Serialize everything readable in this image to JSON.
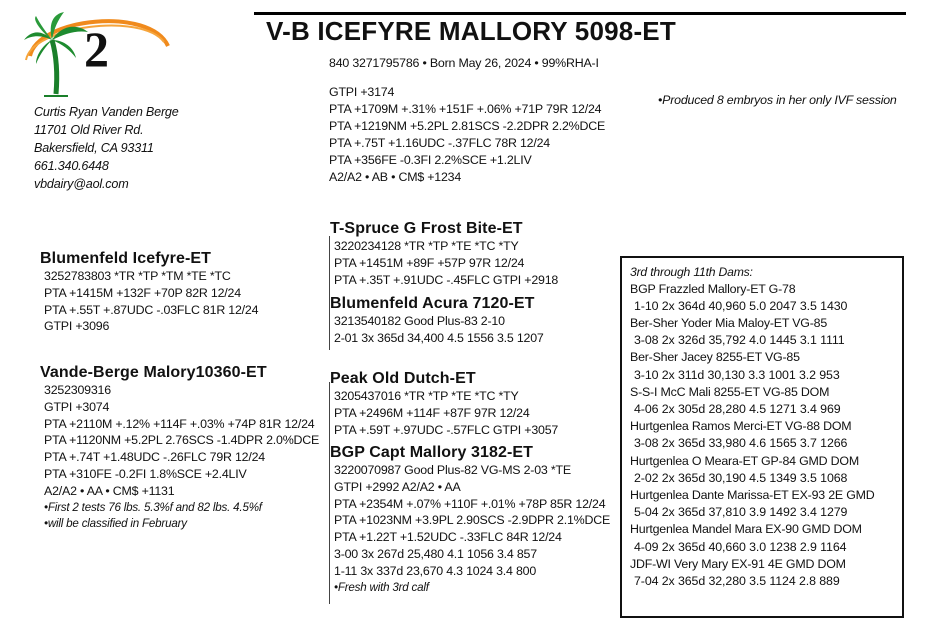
{
  "logo": {
    "number": "2"
  },
  "title": "V-B ICEFYRE MALLORY 5098-ET",
  "subtitle": "840 3271795786  •  Born May 26, 2024  •  99%RHA-I",
  "owner": {
    "name": "Curtis Ryan Vanden Berge",
    "address": "11701 Old River Rd.",
    "city": "Bakersfield, CA  93311",
    "phone": "661.340.6448",
    "email": "vbdairy@aol.com"
  },
  "main_info": [
    "GTPI +3174",
    "PTA +1709M +.31% +151F +.06% +71P 79R 12/24",
    "PTA +1219NM +5.2PL 2.81SCS -2.2DPR 2.2%DCE",
    "PTA +.75T +1.16UDC -.37FLC 78R 12/24",
    "PTA +356FE  -0.3FI  2.2%SCE +1.2LIV",
    "A2/A2  •  AB  •  CM$ +1234"
  ],
  "top_note": "•Produced 8 embryos in her only IVF session",
  "sire": {
    "name": "Blumenfeld Icefyre-ET",
    "lines": [
      "3252783803  *TR *TP *TM  *TE *TC",
      "PTA +1415M +132F +70P 82R 12/24",
      "PTA +.55T +.87UDC -.03FLC 81R 12/24",
      "GTPI +3096"
    ]
  },
  "dam": {
    "name": "Vande-Berge Malory10360-ET",
    "lines": [
      "3252309316",
      "GTPI +3074",
      "PTA +2110M +.12% +114F +.03% +74P 81R 12/24",
      "PTA +1120NM +5.2PL 2.76SCS -1.4DPR 2.0%DCE",
      "PTA +.74T +1.48UDC -.26FLC 79R 12/24",
      "PTA +310FE  -0.2FI  1.8%SCE  +2.4LIV",
      "A2/A2  •  AA  •  CM$ +1131"
    ],
    "notes": [
      "•First 2 tests 76 lbs. 5.3%f and 82 lbs. 4.5%f",
      "•will be classified in February"
    ]
  },
  "sire_sire": {
    "name": "T-Spruce G Frost Bite-ET",
    "lines": [
      "3220234128  *TR *TP *TE *TC *TY",
      "PTA +1451M +89F +57P 97R 12/24",
      "PTA +.35T +.91UDC -.45FLC GTPI +2918"
    ]
  },
  "sire_dam": {
    "name": "Blumenfeld Acura 7120-ET",
    "lines": [
      "3213540182   Good Plus-83  2-10",
      "2-01  3x  365d  34,400  4.5  1556  3.5  1207"
    ]
  },
  "dam_sire": {
    "name": "Peak Old Dutch-ET",
    "lines": [
      "3205437016  *TR *TP *TE *TC *TY",
      "PTA +2496M +114F +87F 97R 12/24",
      "PTA +.59T +.97UDC -.57FLC GTPI +3057"
    ]
  },
  "dam_dam": {
    "name": "BGP Capt Mallory 3182-ET",
    "lines": [
      "3220070987   Good Plus-82  VG-MS  2-03  *TE",
      "GTPI +2992  A2/A2  •  AA",
      "PTA +2354M +.07% +110F +.01% +78P 85R 12/24",
      "PTA +1023NM +3.9PL 2.90SCS -2.9DPR 2.1%DCE",
      "PTA +1.22T +1.52UDC -.33FLC 84R 12/24",
      "3-00  3x  267d  25,480  4.1  1056  3.4  857",
      "1-11  3x  337d  23,670  4.3  1024  3.4  800"
    ],
    "note": "•Fresh with 3rd calf"
  },
  "dams_box": {
    "title": "3rd through 11th Dams:",
    "entries": [
      {
        "name": "BGP Frazzled Mallory-ET G-78",
        "record": "1-10  2x  364d  40,960  5.0  2047  3.5  1430"
      },
      {
        "name": "Ber-Sher Yoder Mia Maloy-ET VG-85",
        "record": "3-08  2x  326d  35,792  4.0  1445  3.1  1111"
      },
      {
        "name": "Ber-Sher Jacey 8255-ET VG-85",
        "record": "3-10  2x  311d  30,130  3.3  1001  3.2  953"
      },
      {
        "name": "S-S-I McC Mali 8255-ET VG-85 DOM",
        "record": "4-06  2x  305d  28,280  4.5  1271  3.4  969"
      },
      {
        "name": "Hurtgenlea Ramos Merci-ET VG-88 DOM",
        "record": "3-08  2x  365d  33,980  4.6  1565  3.7  1266"
      },
      {
        "name": "Hurtgenlea O Meara-ET GP-84 GMD DOM",
        "record": "2-02  2x  365d  30,190  4.5  1349  3.5  1068"
      },
      {
        "name": "Hurtgenlea Dante Marissa-ET EX-93 2E GMD",
        "record": "5-04  2x  365d  37,810  3.9  1492  3.4  1279"
      },
      {
        "name": "Hurtgenlea Mandel Mara EX-90 GMD DOM",
        "record": "4-09  2x  365d  40,660  3.0  1238  2.9  1164"
      },
      {
        "name": "JDF-WI Very Mary EX-91 4E GMD DOM",
        "record": "7-04  2x  365d  32,280  3.5  1124  2.8  889"
      }
    ]
  }
}
